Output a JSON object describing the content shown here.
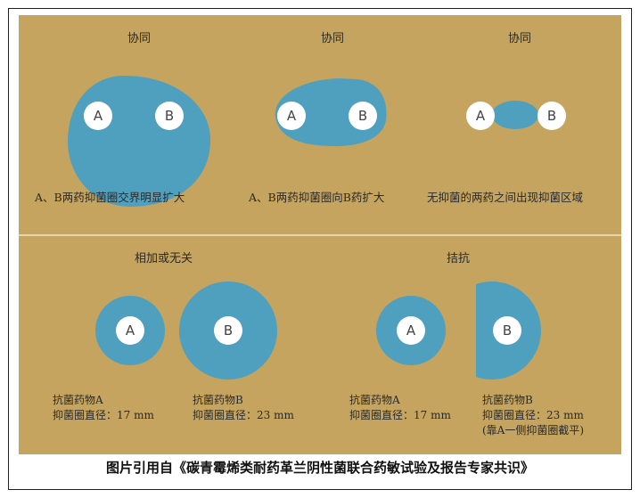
{
  "colors": {
    "panel": "#c4a45e",
    "zone": "#4f9fbf",
    "disk": "#ffffff"
  },
  "top": {
    "titles": [
      "协同",
      "协同",
      "协同"
    ],
    "captions": [
      "A、B两药抑菌圈交界明显扩大",
      "A、B两药抑菌圈向B药扩大",
      "无抑菌的两药之间出现抑菌区域"
    ]
  },
  "bottom": {
    "titles": [
      "相加或无关",
      "拮抗"
    ],
    "additive": {
      "a_text": [
        "抗菌药物A",
        "抑菌圈直径：17 mm"
      ],
      "b_text": [
        "抗菌药物B",
        "抑菌圈直径：23 mm"
      ]
    },
    "antagonism": {
      "a_text": [
        "抗菌药物A",
        "抑菌圈直径：17 mm"
      ],
      "b_text": [
        "抗菌药物B",
        "抑菌圈直径：23 mm",
        "(靠A一侧抑菌圈截平)"
      ]
    }
  },
  "disk_labels": {
    "a": "A",
    "b": "B"
  },
  "footer": "图片引用自《碳青霉烯类耐药革兰阴性菌联合药敏试验及报告专家共识》"
}
